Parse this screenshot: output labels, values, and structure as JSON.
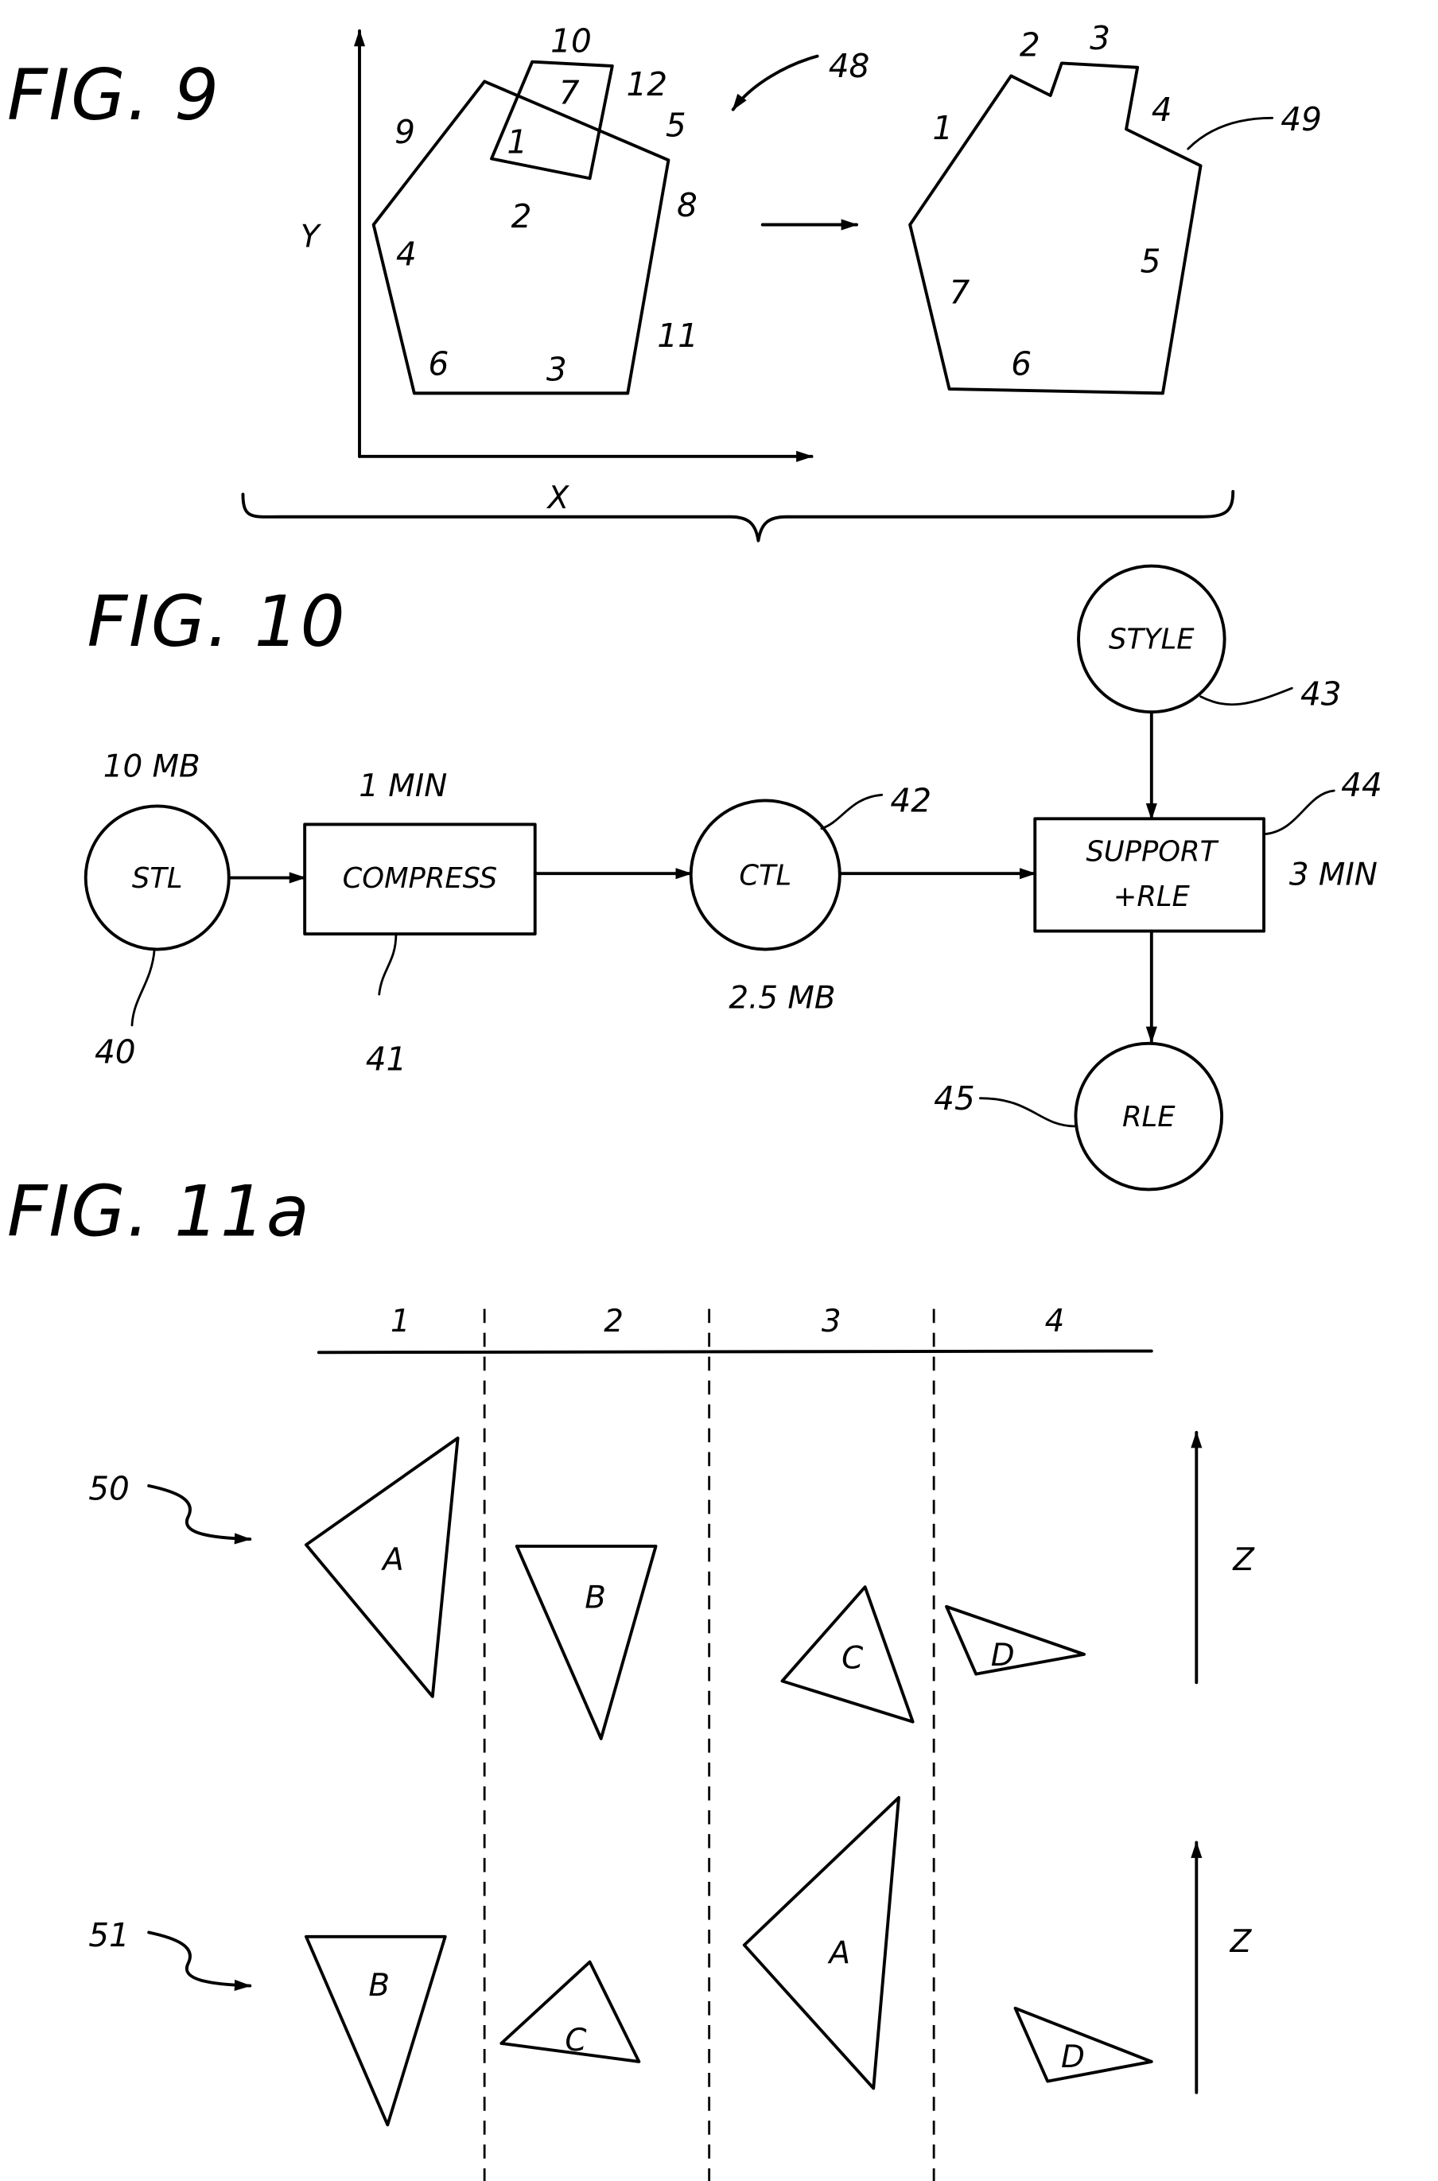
{
  "fig9": {
    "title": "FIG. 9",
    "axis_y": "Y",
    "axis_x": "X",
    "ref_input": "48",
    "ref_output": "49",
    "input_labels": {
      "l1": "1",
      "l2": "2",
      "l3": "3",
      "l4": "4",
      "l5": "5",
      "l6": "6",
      "l7": "7",
      "l8": "8",
      "l9": "9",
      "l10": "10",
      "l11": "11",
      "l12": "12"
    },
    "output_labels": {
      "l1": "1",
      "l2": "2",
      "l3": "3",
      "l4": "4",
      "l5": "5",
      "l6": "6",
      "l7": "7"
    }
  },
  "fig10": {
    "title": "FIG. 10",
    "nodes": {
      "stl": {
        "label": "STL",
        "size": "10 MB",
        "ref": "40"
      },
      "compress": {
        "label": "COMPRESS",
        "time": "1 MIN",
        "ref": "41"
      },
      "ctl": {
        "label": "CTL",
        "size": "2.5 MB",
        "ref": "42"
      },
      "style": {
        "label": "STYLE",
        "ref": "43"
      },
      "support": {
        "label_line1": "SUPPORT",
        "label_line2": "+RLE",
        "time": "3 MIN",
        "ref": "44"
      },
      "rle": {
        "label": "RLE",
        "ref": "45"
      }
    }
  },
  "fig11a": {
    "title": "FIG. 11a",
    "columns": [
      "1",
      "2",
      "3",
      "4"
    ],
    "axis": "Z",
    "rows": [
      {
        "ref": "50",
        "triangles": [
          "A",
          "B",
          "C",
          "D"
        ]
      },
      {
        "ref": "51",
        "triangles": [
          "B",
          "C",
          "A",
          "D"
        ]
      }
    ]
  }
}
